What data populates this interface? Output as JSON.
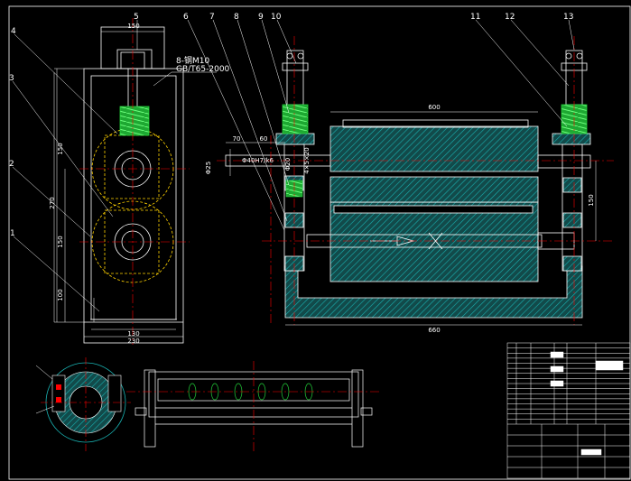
{
  "colors": {
    "background": "#000000",
    "outline": "#ffffff",
    "centerline": "#ff0000",
    "hidden": "#ffd200",
    "spring": "#22d23a",
    "hatch": "#19b0b0",
    "part_fill": "#1c6f6f"
  },
  "part_labels": [
    "1",
    "2",
    "3",
    "4",
    "5",
    "6",
    "7",
    "8",
    "9",
    "10",
    "11",
    "12",
    "13"
  ],
  "side_view": {
    "dims": {
      "top_width": "150",
      "bottom_inner": "130",
      "bottom_outer": "230",
      "h_upper": "270",
      "h_mid": "150",
      "h_lower": "150",
      "h_base": "100"
    },
    "spring_callout": "8-钢M10",
    "spring_standard": "GB/T65-2000"
  },
  "front_view": {
    "dims": {
      "roll_length": "600",
      "total_length": "660",
      "gap": "150",
      "shaft_len": "70",
      "shaft_end": "60",
      "shaft_dia_a": "Φ25",
      "shaft_dia_b": "Φ20",
      "key": "4×5×20",
      "fit": "Φ40H7/k6"
    }
  },
  "title_block": {
    "rows": 16
  }
}
